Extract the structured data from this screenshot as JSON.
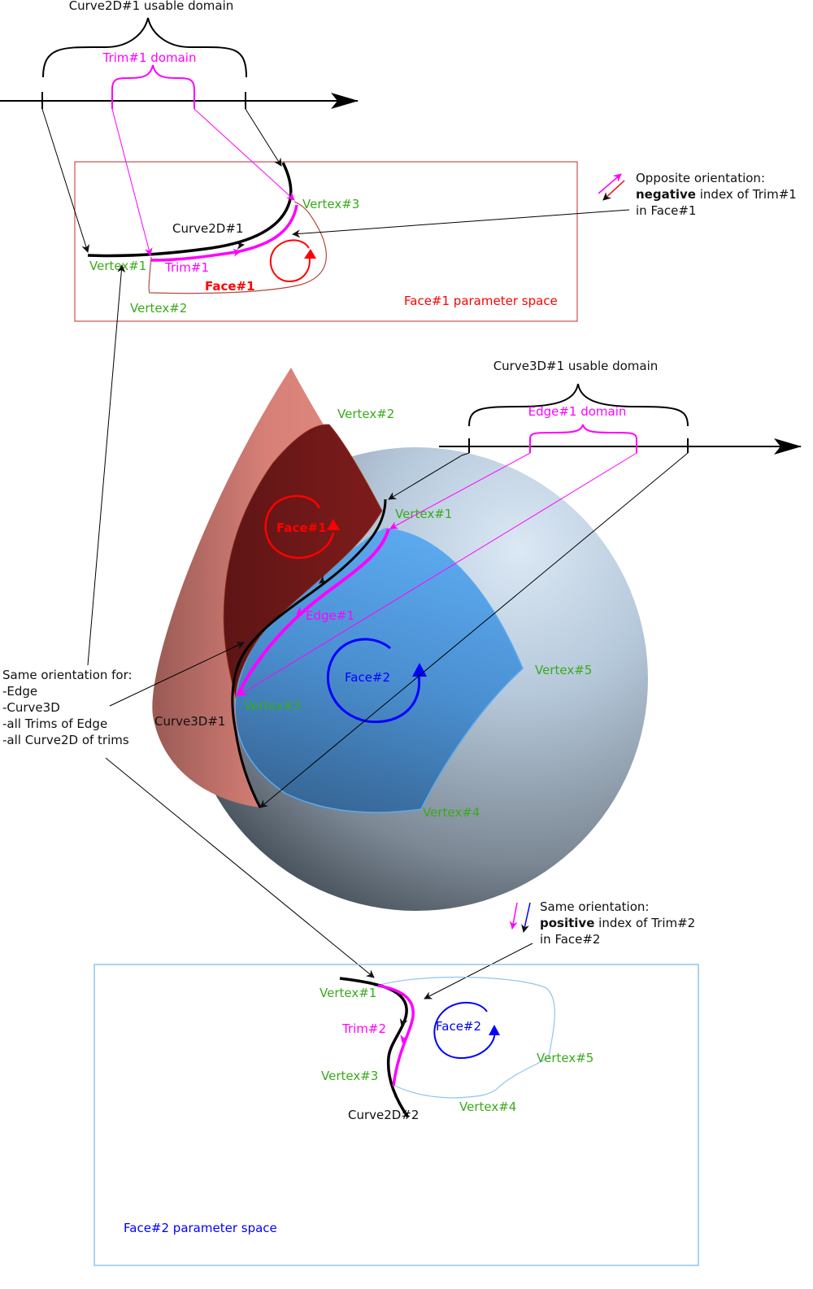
{
  "colors": {
    "vertex": "#3aaa1a",
    "trim_edge": "#ff00ff",
    "face1": "#ff0000",
    "face2": "#0000ff",
    "face1_box": "#c9524a",
    "face2_box": "#8ec5f0"
  },
  "top_axis": {
    "domain_label": "Curve2D#1 usable domain",
    "subdomain_label": "Trim#1 domain"
  },
  "face1_param_space": {
    "title": "Face#1 parameter space",
    "curve_label": "Curve2D#1",
    "trim_label": "Trim#1",
    "face_label": "Face#1",
    "vertices": [
      "Vertex#1",
      "Vertex#2",
      "Vertex#3"
    ]
  },
  "note_opposite": {
    "line1": "Opposite orientation:",
    "bold_word": "negative",
    "line2_rest": " index of Trim#1",
    "line3": "in Face#1"
  },
  "mid_axis": {
    "domain_label": "Curve3D#1 usable domain",
    "subdomain_label": "Edge#1 domain"
  },
  "model_3d": {
    "face1_label": "Face#1",
    "face2_label": "Face#2",
    "edge_label": "Edge#1",
    "curve_label": "Curve3D#1",
    "vertices": {
      "v1": "Vertex#1",
      "v2": "Vertex#2",
      "v3": "Vertex#3",
      "v4": "Vertex#4",
      "v5": "Vertex#5"
    }
  },
  "note_same": {
    "title": "Same orientation for:",
    "items": [
      "-Edge",
      "-Curve3D",
      "-all Trims of Edge",
      "-all Curve2D of trims"
    ]
  },
  "note_positive": {
    "line1": "Same orientation:",
    "bold_word": "positive",
    "line2_rest": " index of Trim#2",
    "line3": "in Face#2"
  },
  "face2_param_space": {
    "title": "Face#2 parameter space",
    "curve_label": "Curve2D#2",
    "trim_label": "Trim#2",
    "face_label": "Face#2",
    "vertices": {
      "v1": "Vertex#1",
      "v3": "Vertex#3",
      "v4": "Vertex#4",
      "v5": "Vertex#5"
    }
  }
}
